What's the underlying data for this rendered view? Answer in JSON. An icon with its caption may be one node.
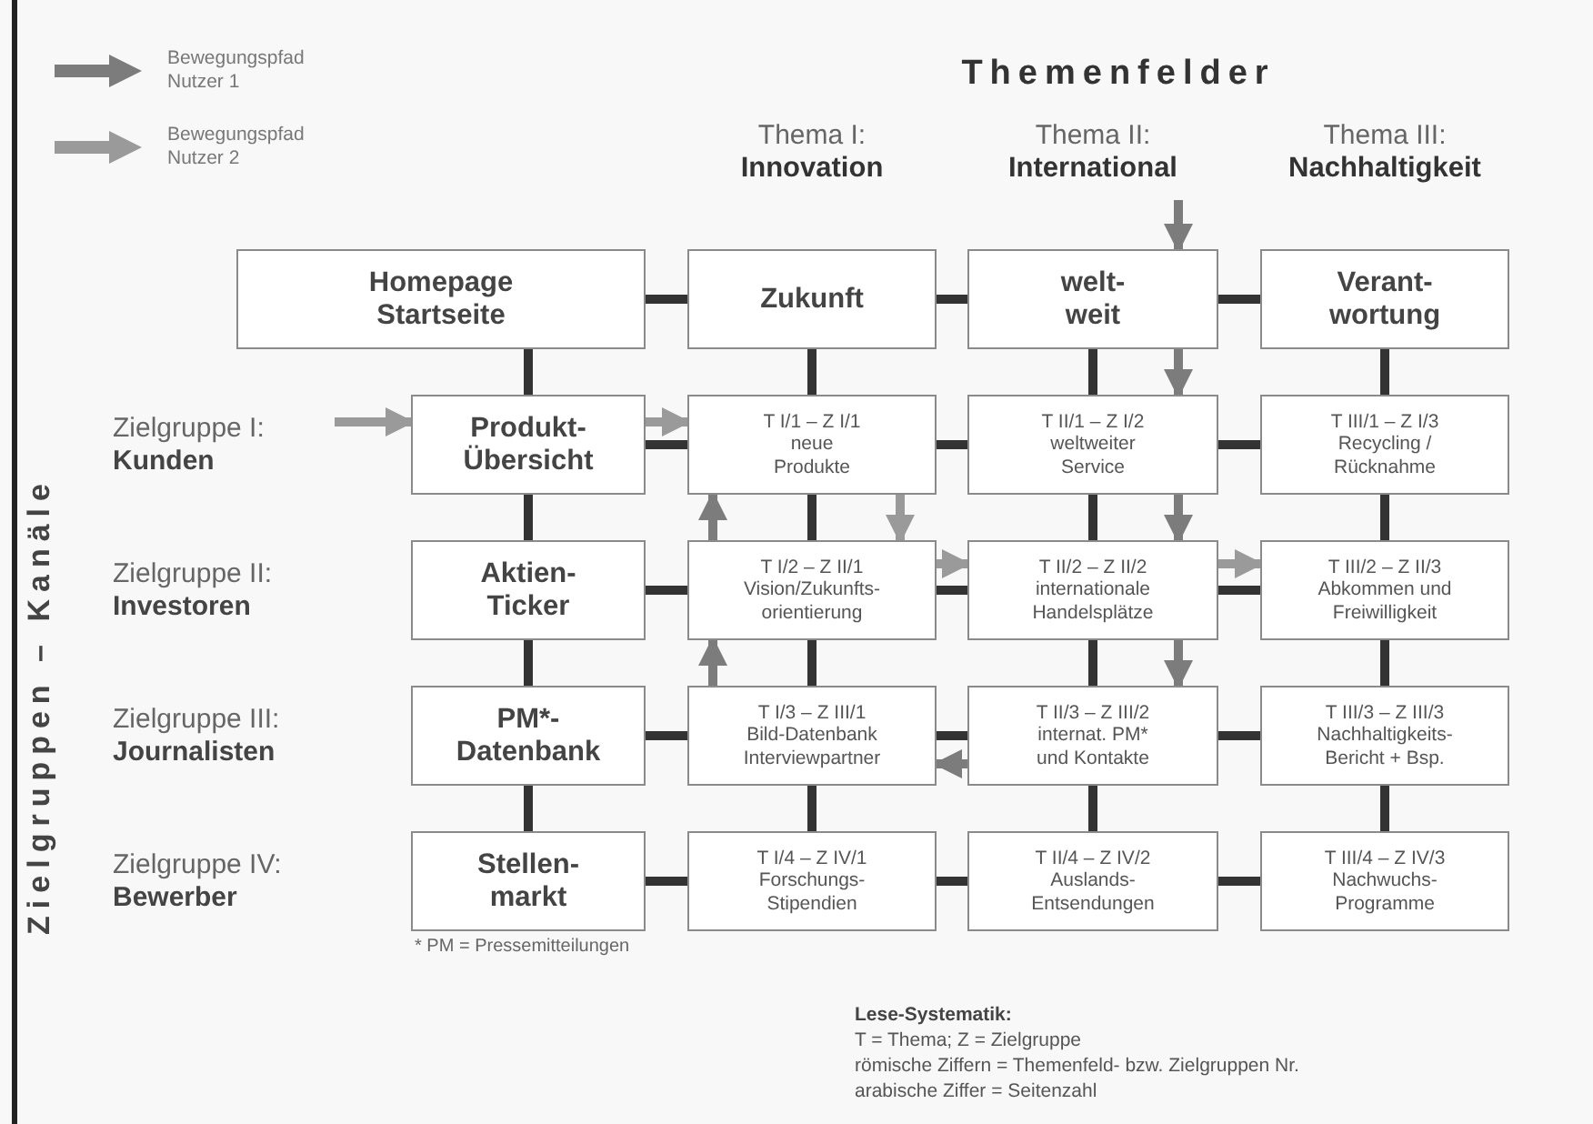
{
  "diagram": {
    "nodes": [
      {
        "text": [
          "Thema I:",
          "Innovation"
        ]
      },
      {
        "text": [
          "Thema II:",
          "International"
        ]
      },
      {
        "text": [
          "Thema III:",
          "Nachhaltigkeit"
        ]
      },
      {
        "text": [
          "Homepage Startseite"
        ]
      },
      {
        "text": [
          "Zukunft"
        ]
      },
      {
        "text": [
          "welt- weit"
        ]
      },
      {
        "text": [
          "Verant- wortung"
        ]
      },
      {
        "text": [
          "Zielgruppe I:",
          "Kunden"
        ]
      },
      {
        "text": [
          "Produkt- Übersicht"
        ]
      },
      {
        "text": [
          "T I/1 – Z I/1",
          "neue Produkte"
        ]
      },
      {
        "text": [
          "T II/1 – Z I/2",
          "weltweiter Service"
        ]
      },
      {
        "text": [
          "T III/1 – Z I/3",
          "Recycling / Rücknahme"
        ]
      },
      {
        "text": [
          "Zielgruppe II:",
          "Investoren"
        ]
      },
      {
        "text": [
          "Aktien- Ticker"
        ]
      },
      {
        "text": [
          "T I/2 – Z II/1",
          "Vision/Zukunfts- orientierung"
        ]
      },
      {
        "text": [
          "T II/2 – Z II/2",
          "internationale Handelsplätze"
        ]
      },
      {
        "text": [
          "T III/2 – Z II/3",
          "Abkommen und Freiwilligkeit"
        ]
      },
      {
        "text": [
          "Zielgruppe III:",
          "Journalisten"
        ]
      },
      {
        "text": [
          "PM*- Datenbank"
        ]
      },
      {
        "text": [
          "T I/3 – Z III/1",
          "Bild-Datenbank Interviewpartner"
        ]
      },
      {
        "text": [
          "T II/3 – Z III/2",
          "internat. PM* und Kontakte"
        ]
      },
      {
        "text": [
          "T III/3 – Z III/3",
          "Nachhaltigkeits- Bericht + Bsp."
        ]
      },
      {
        "text": [
          "Zielgruppe IV:",
          "Bewerber"
        ]
      },
      {
        "text": [
          "Stellen- markt"
        ]
      },
      {
        "text": [
          "T I/4 – Z IV/1",
          "Forschungs- Stipendien"
        ]
      },
      {
        "text": [
          "T II/4 – Z IV/2",
          "Auslands- Entsendungen"
        ]
      },
      {
        "text": [
          "T III/4 – Z IV/3",
          "Nachwuchs- Programme"
        ]
      }
    ],
    "edges": [
      {
        "from": 3,
        "to": 4,
        "arrow": "none"
      },
      {
        "from": 4,
        "to": 5,
        "arrow": "none"
      },
      {
        "from": 5,
        "to": 6,
        "arrow": "none"
      },
      {
        "from": 3,
        "to": 8,
        "arrow": "none"
      },
      {
        "from": 4,
        "to": 9,
        "arrow": "none"
      },
      {
        "from": 5,
        "to": 10,
        "arrow": "none"
      },
      {
        "from": 6,
        "to": 11,
        "arrow": "none"
      },
      {
        "from": 8,
        "to": 9,
        "arrow": "none"
      },
      {
        "from": 9,
        "to": 10,
        "arrow": "none"
      },
      {
        "from": 10,
        "to": 11,
        "arrow": "none"
      },
      {
        "from": 8,
        "to": 13,
        "arrow": "none"
      },
      {
        "from": 9,
        "to": 14,
        "arrow": "none"
      },
      {
        "from": 10,
        "to": 15,
        "arrow": "none"
      },
      {
        "from": 11,
        "to": 16,
        "arrow": "none"
      },
      {
        "from": 13,
        "to": 14,
        "arrow": "none"
      },
      {
        "from": 14,
        "to": 15,
        "arrow": "none"
      },
      {
        "from": 15,
        "to": 16,
        "arrow": "none"
      },
      {
        "from": 13,
        "to": 18,
        "arrow": "none"
      },
      {
        "from": 14,
        "to": 19,
        "arrow": "none"
      },
      {
        "from": 15,
        "to": 20,
        "arrow": "none"
      },
      {
        "from": 16,
        "to": 21,
        "arrow": "none"
      },
      {
        "from": 18,
        "to": 19,
        "arrow": "none"
      },
      {
        "from": 19,
        "to": 20,
        "arrow": "none"
      },
      {
        "from": 20,
        "to": 21,
        "arrow": "none"
      },
      {
        "from": 18,
        "to": 23,
        "arrow": "none"
      },
      {
        "from": 19,
        "to": 24,
        "arrow": "none"
      },
      {
        "from": 20,
        "to": 25,
        "arrow": "none"
      },
      {
        "from": 21,
        "to": 26,
        "arrow": "none"
      },
      {
        "from": 23,
        "to": 24,
        "arrow": "none"
      },
      {
        "from": 24,
        "to": 25,
        "arrow": "none"
      },
      {
        "from": 25,
        "to": 26,
        "arrow": "none"
      },
      {
        "from": 7,
        "to": 8,
        "arrow": "to",
        "color": "#9a9a9a"
      },
      {
        "from": 8,
        "to": 9,
        "arrow": "to",
        "color": "#9a9a9a"
      },
      {
        "from": 9,
        "to": 14,
        "arrow": "to",
        "color": "#9a9a9a"
      },
      {
        "from": 14,
        "to": 15,
        "arrow": "to",
        "color": "#9a9a9a"
      },
      {
        "from": 15,
        "to": 16,
        "arrow": "to",
        "color": "#9a9a9a"
      },
      {
        "from": 1,
        "to": 5,
        "arrow": "to",
        "color": "#7c7c7c"
      },
      {
        "from": 5,
        "to": 10,
        "arrow": "to",
        "color": "#7c7c7c"
      },
      {
        "from": 10,
        "to": 15,
        "arrow": "to",
        "color": "#7c7c7c"
      },
      {
        "from": 15,
        "to": 20,
        "arrow": "to",
        "color": "#7c7c7c"
      },
      {
        "from": 20,
        "to": 19,
        "arrow": "to",
        "color": "#7c7c7c"
      },
      {
        "from": 19,
        "to": 14,
        "arrow": "to",
        "color": "#7c7c7c"
      },
      {
        "from": 14,
        "to": 9,
        "arrow": "to",
        "color": "#7c7c7c"
      }
    ],
    "labels": [
      "Themenfelder",
      "Zielgruppen – Kanäle",
      "* PM = Pressemitteilungen",
      "Lese-Systematik:",
      "T = Thema; Z = Zielgruppe",
      "römische Ziffern = Themenfeld- bzw. Zielgruppen Nr.",
      "arabische Ziffer = Seitenzahl"
    ],
    "legend": [
      {
        "text": "Bewegungspfad Nutzer 1"
      },
      {
        "text": "Bewegungspfad Nutzer 2"
      }
    ]
  }
}
